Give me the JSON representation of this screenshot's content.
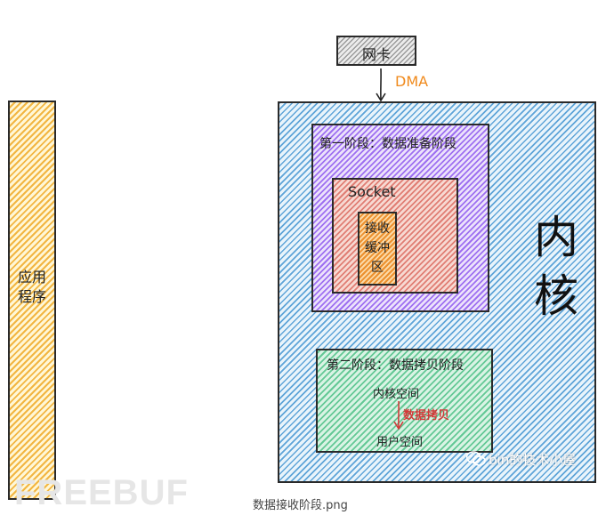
{
  "nic": {
    "label": "网卡"
  },
  "dma": {
    "label": "DMA",
    "color": "#f08a1c"
  },
  "app": {
    "label_line1": "应用",
    "label_line2": "程序"
  },
  "kernel": {
    "label_line1": "内",
    "label_line2": "核"
  },
  "stage1": {
    "title": "第一阶段：数据准备阶段",
    "socket_label": "Socket",
    "buffer_line1": "接收",
    "buffer_line2": "缓冲",
    "buffer_line3": "区"
  },
  "stage2": {
    "title": "第二阶段：数据拷贝阶段",
    "kernel_space": "内核空间",
    "copy_label": "数据拷贝",
    "user_space": "用户空间",
    "copy_color": "#d23a3a"
  },
  "watermark": {
    "text": "bin的技术小屋"
  },
  "footer": {
    "logo": "FREEBUF",
    "caption": "数据接收阶段.png"
  }
}
